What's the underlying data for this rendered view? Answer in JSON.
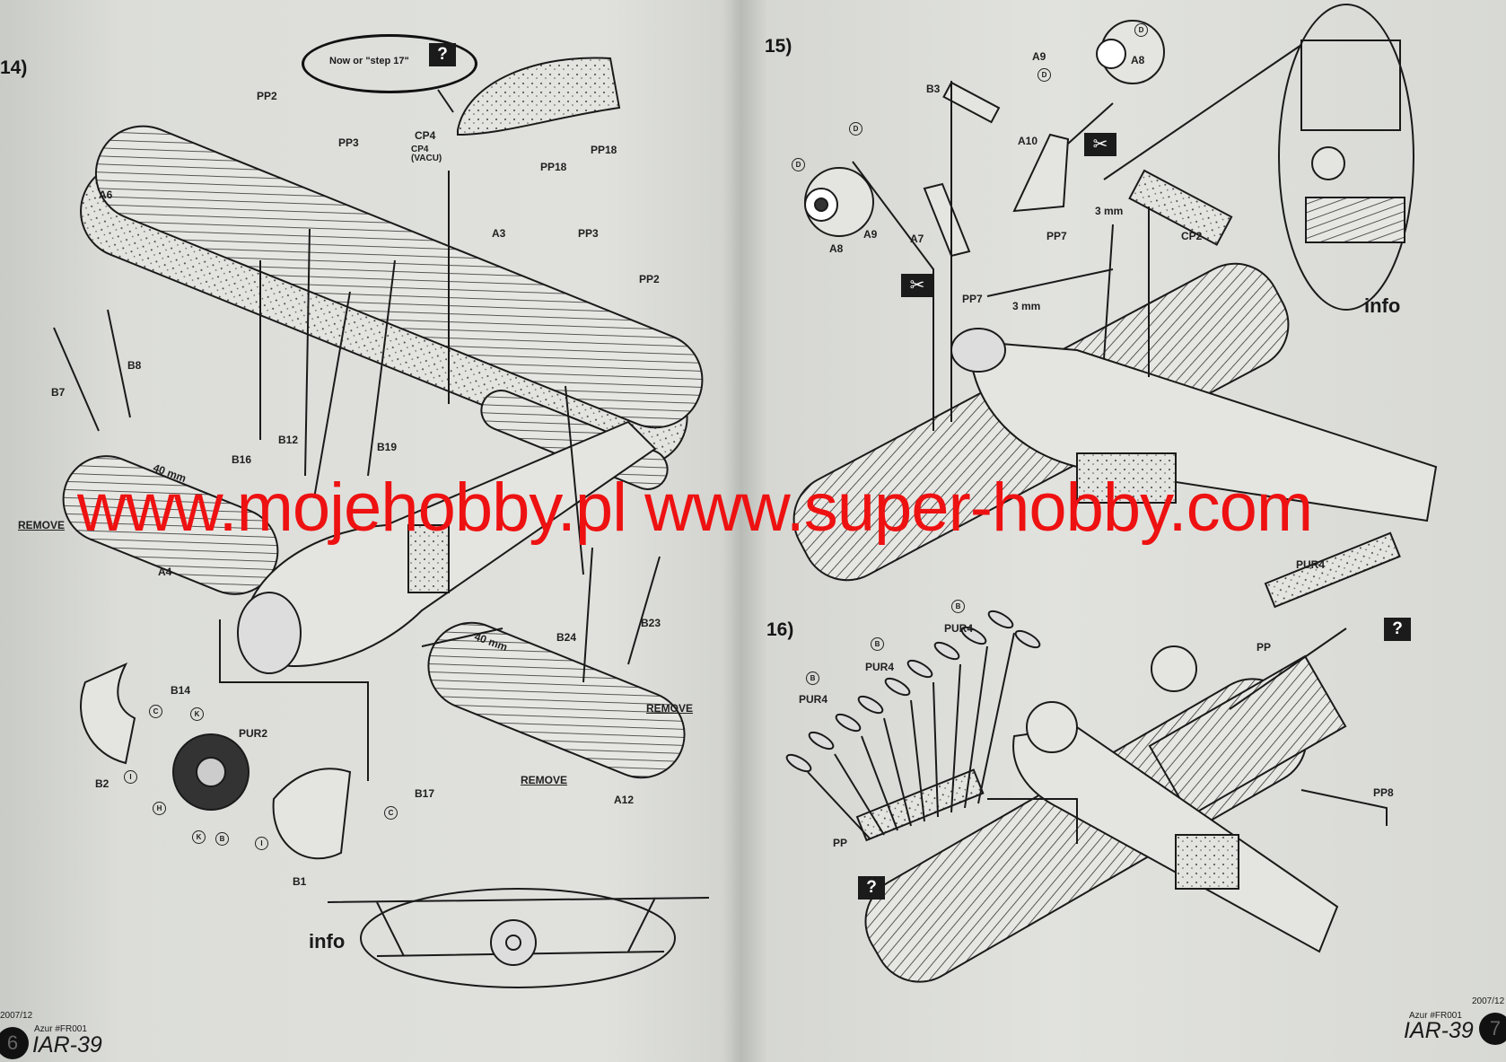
{
  "step14": {
    "number": "14)",
    "bubble_text": "Now or \"step 17\"",
    "question_mark": "?",
    "labels": [
      "PP2",
      "PP3",
      "CP4",
      "CP4 (VACU)",
      "PP18",
      "PP18",
      "A6",
      "A3",
      "PP3",
      "PP2",
      "B7",
      "B8",
      "B16",
      "B12",
      "B19",
      "40 mm",
      "REMOVE",
      "A4",
      "40 mm",
      "B24",
      "B23",
      "REMOVE",
      "REMOVE",
      "A12",
      "B14",
      "PUR2",
      "B2",
      "B17",
      "B1"
    ],
    "circle_labels": [
      "C",
      "K",
      "I",
      "H",
      "K",
      "B",
      "C",
      "I"
    ],
    "info": "info"
  },
  "step15": {
    "number": "15)",
    "labels": [
      "A9",
      "A8",
      "B3",
      "A10",
      "A8",
      "A9",
      "A7",
      "PP7",
      "3 mm",
      "CP2",
      "PP7",
      "3 mm"
    ],
    "circle_labels": [
      "D",
      "D",
      "D",
      "D"
    ],
    "info": "info"
  },
  "step16": {
    "number": "16)",
    "labels": [
      "PUR4",
      "PUR4",
      "PUR4",
      "PUR4",
      "PP",
      "PP8",
      "PP"
    ],
    "circle_labels": [
      "B",
      "B",
      "B"
    ],
    "question_mark": "?"
  },
  "watermark": "www.mojehobby.pl www.super-hobby.com",
  "footer_left": {
    "date": "2007/12",
    "kit": "Azur #FR001",
    "model": "IAR-39",
    "page": "6"
  },
  "footer_right": {
    "date": "2007/12",
    "kit": "Azur #FR001",
    "model": "IAR-39",
    "page": "7"
  }
}
